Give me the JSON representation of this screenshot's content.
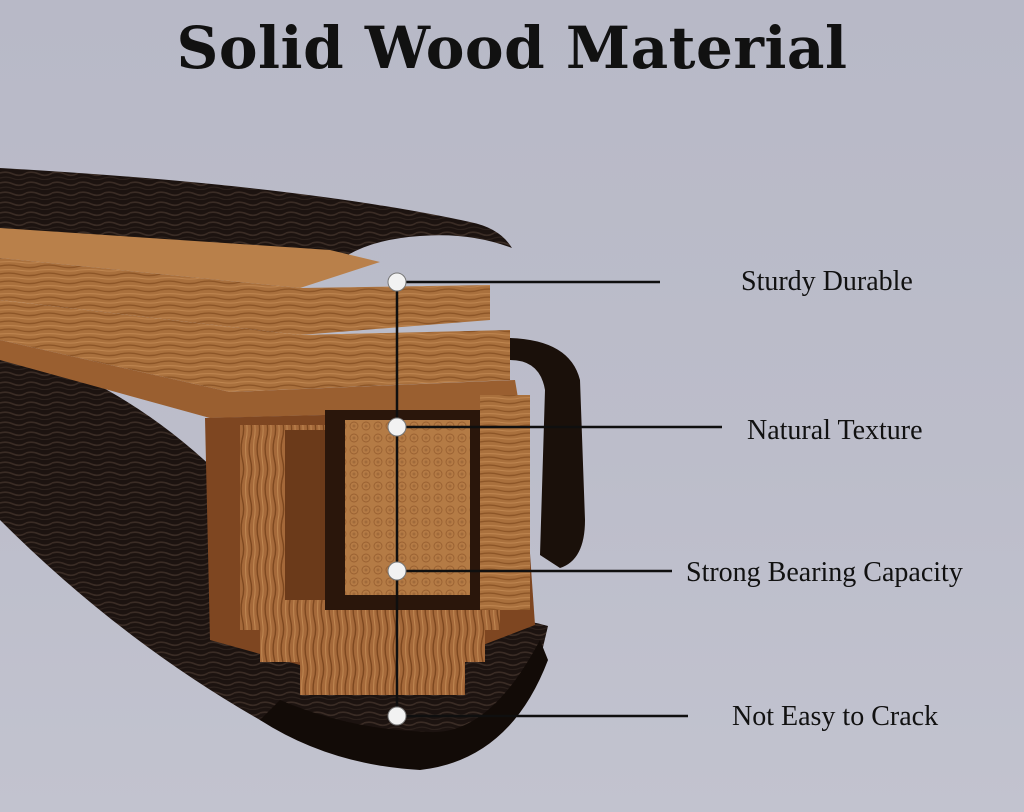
{
  "title": "Solid Wood Material",
  "features": [
    {
      "label": "Sturdy Durable"
    },
    {
      "label": "Natural  Texture"
    },
    {
      "label": "Strong Bearing Capacity"
    },
    {
      "label": "Not Easy to Crack"
    }
  ],
  "colors": {
    "background": "#b9bac8",
    "bark": "#1d1410",
    "wood_light": "#b57a43",
    "wood_mid": "#8a5227",
    "wood_dark": "#4a2612",
    "leader_line": "#0f0f0f",
    "marker_dot": "#f2f2f2"
  }
}
